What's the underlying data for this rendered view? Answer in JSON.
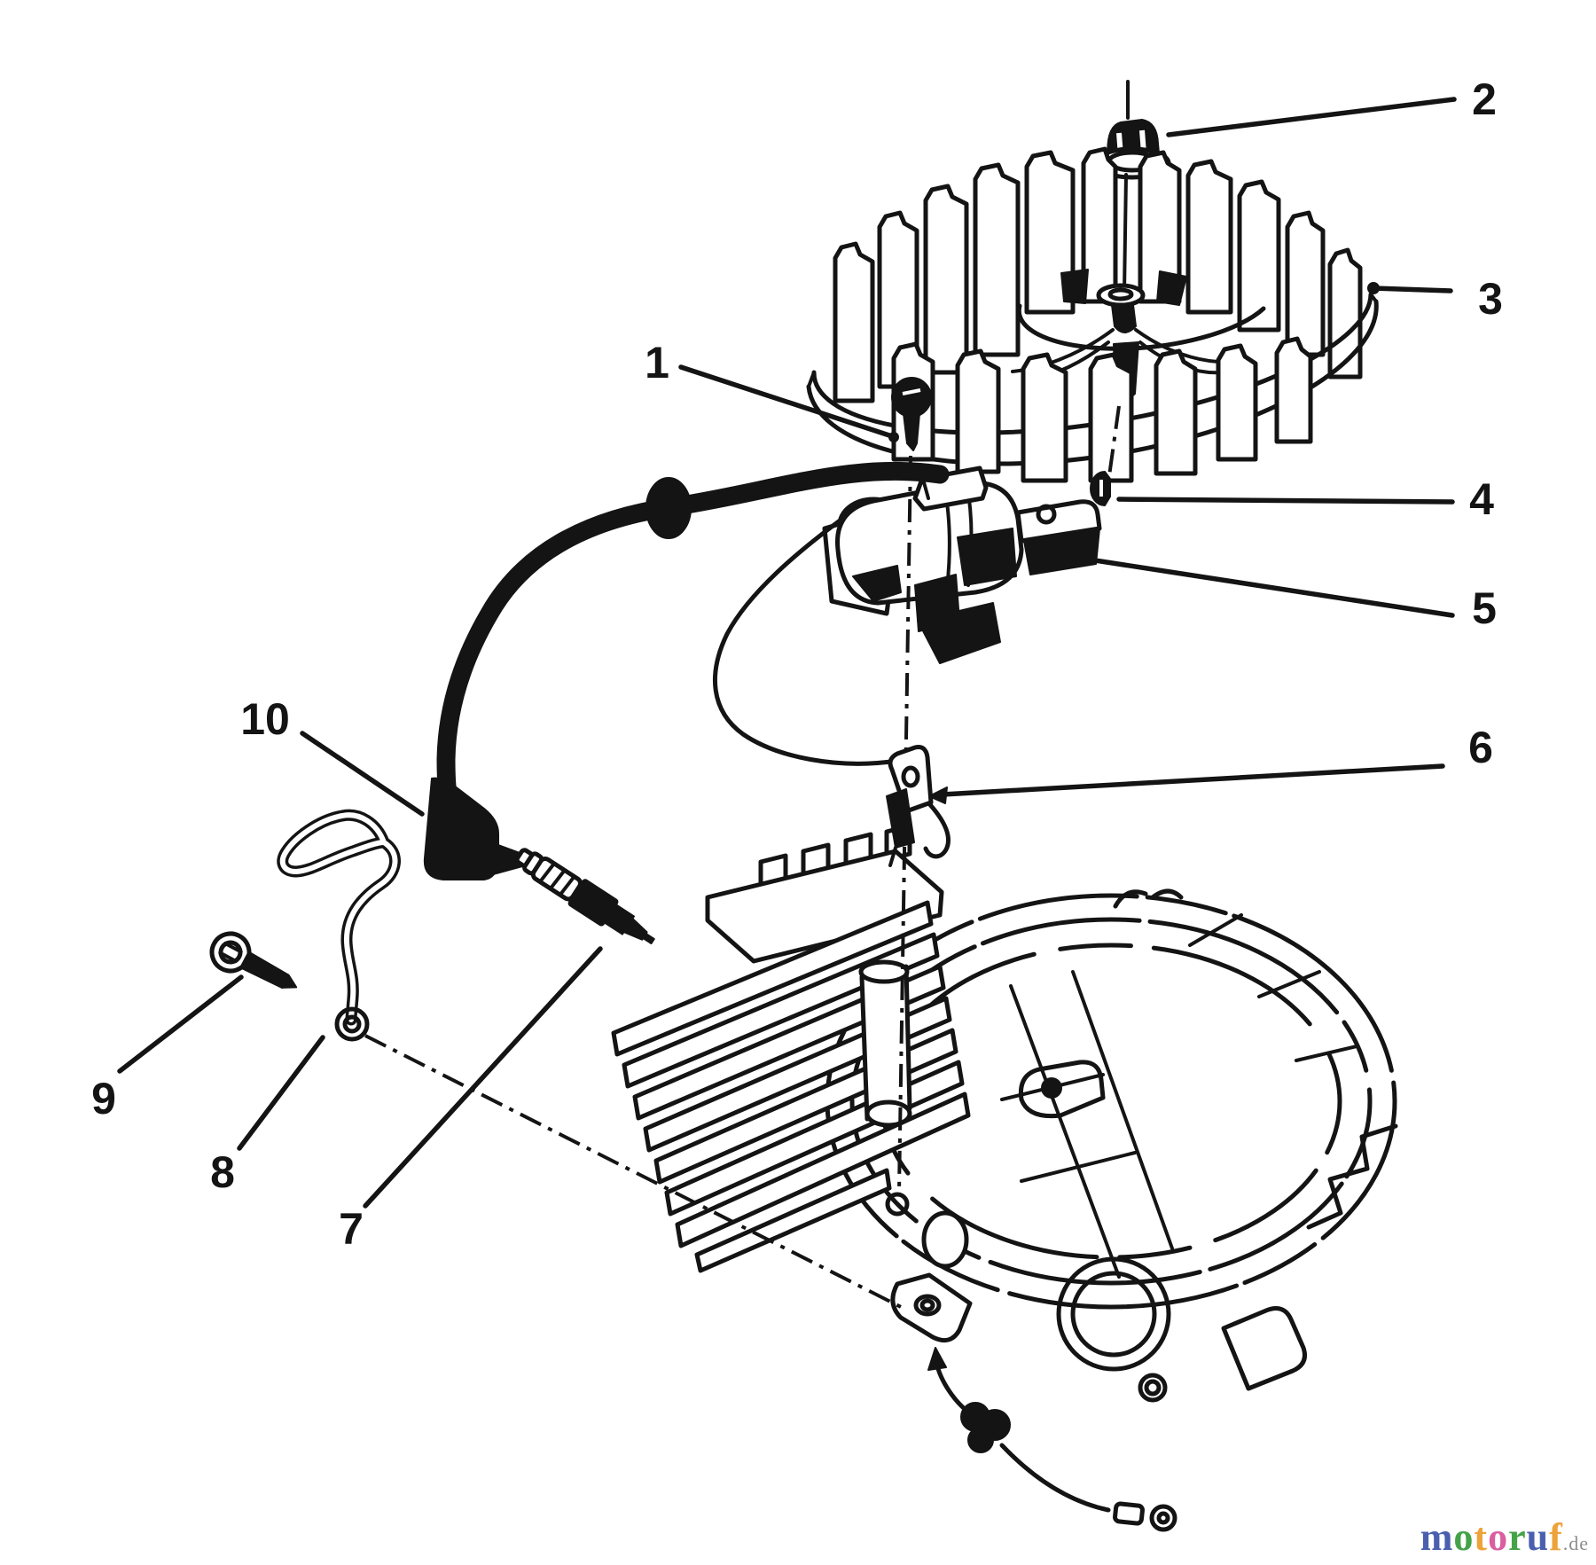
{
  "callouts": [
    {
      "label": "1",
      "part": "mounting-screw"
    },
    {
      "label": "2",
      "part": "flywheel-flange-nut"
    },
    {
      "label": "3",
      "part": "flywheel-fan"
    },
    {
      "label": "4",
      "part": "woodruff-key"
    },
    {
      "label": "5",
      "part": "ignition-coil"
    },
    {
      "label": "6",
      "part": "wire-clamp"
    },
    {
      "label": "7",
      "part": "spark-plug"
    },
    {
      "label": "8",
      "part": "wire-loop-bracket"
    },
    {
      "label": "9",
      "part": "flange-bolt"
    },
    {
      "label": "10",
      "part": "spark-plug-boot"
    }
  ],
  "watermark": {
    "letters": [
      {
        "char": "m",
        "style": "color:#4a5fae"
      },
      {
        "char": "o",
        "style": "color:#44a248"
      },
      {
        "char": "t",
        "style": "color:#eda23a"
      },
      {
        "char": "o",
        "style": "color:#d95fa0"
      },
      {
        "char": "r",
        "style": "color:#44a248"
      },
      {
        "char": "u",
        "style": "color:#4a5fae"
      },
      {
        "char": "f",
        "style": "color:#eda23a"
      }
    ],
    "suffix": ".de",
    "suffix_style": "color:#8e8e8e"
  }
}
